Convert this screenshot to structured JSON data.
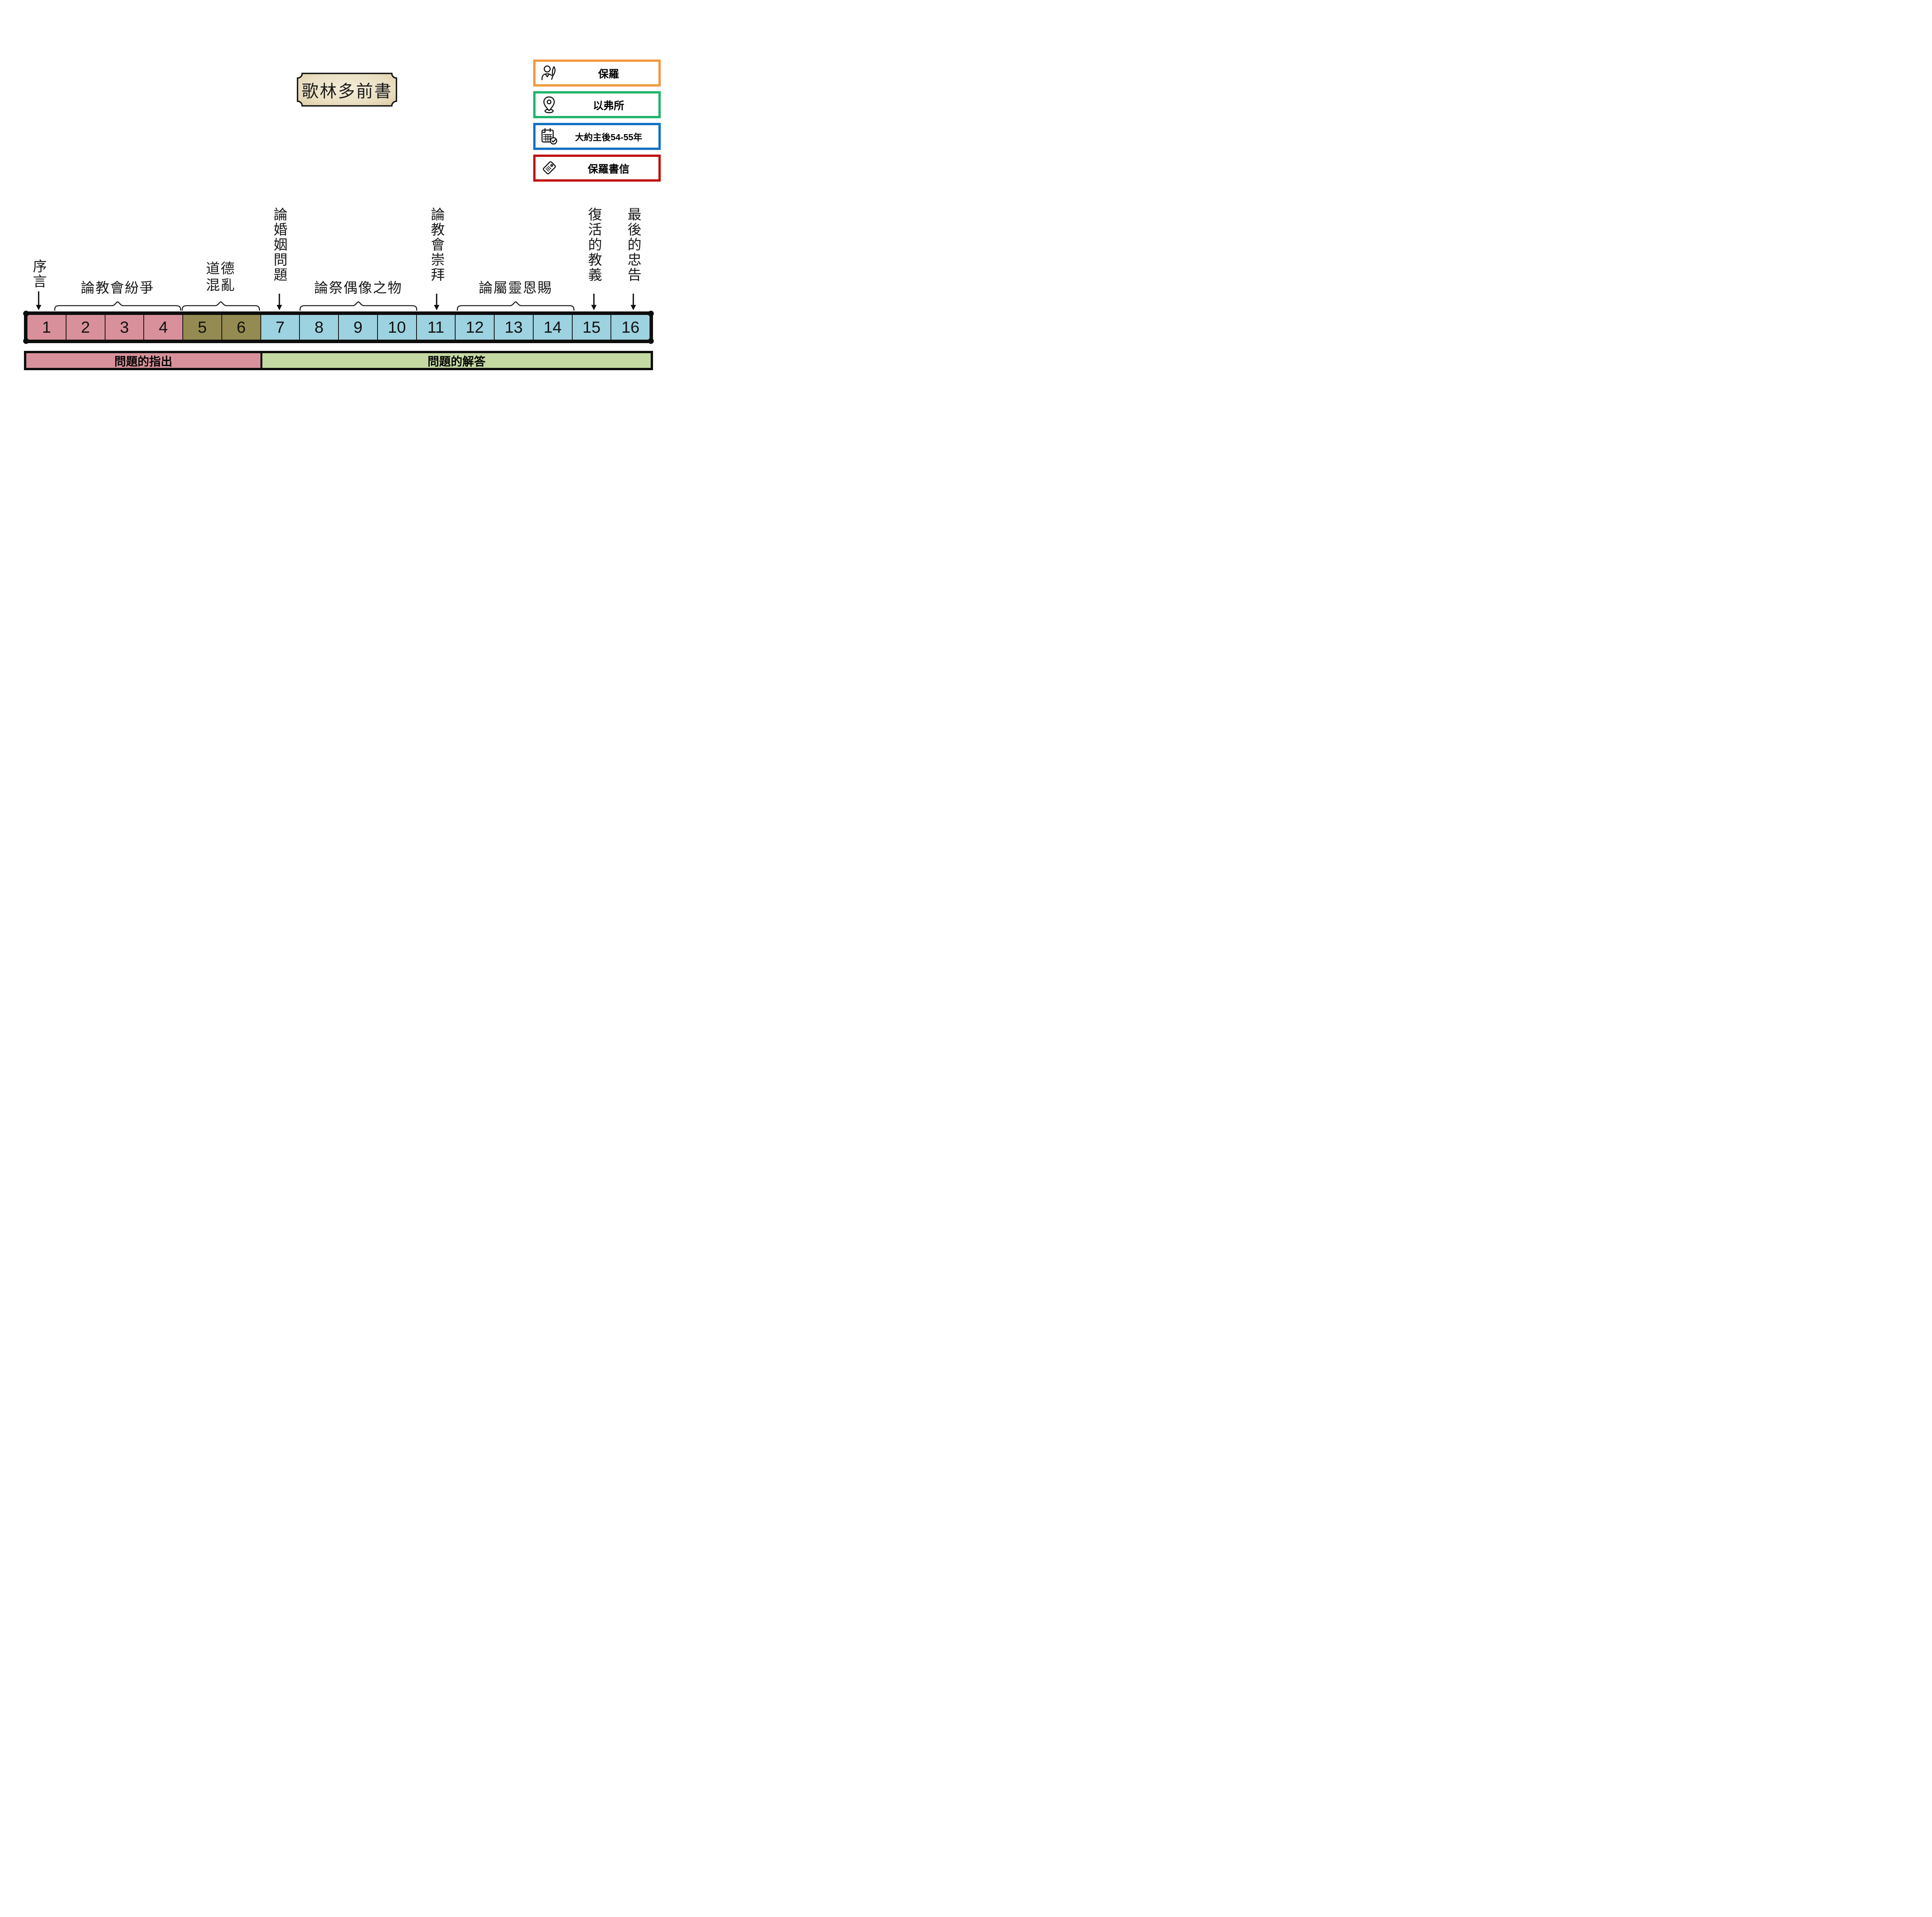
{
  "page": {
    "background": "#FFFFFF"
  },
  "title_plaque": {
    "text": "歌林多前書",
    "fill": "#EADFC2",
    "border_color": "#111111"
  },
  "info_cards": [
    {
      "id": "author",
      "icon": "author-quill-icon",
      "label": "保羅",
      "border_color": "#F29A3F"
    },
    {
      "id": "location",
      "icon": "location-pin-icon",
      "label": "以弗所",
      "border_color": "#1FB56A"
    },
    {
      "id": "date",
      "icon": "calendar-check-icon",
      "label": "大約主後54-55年",
      "border_color": "#1371C3"
    },
    {
      "id": "category",
      "icon": "tag-icon",
      "label": "保羅書信",
      "border_color": "#C01111"
    }
  ],
  "annotations": {
    "preface": {
      "text": "序言",
      "points_to_chapter": "1",
      "style": "arrow"
    },
    "church_disputes": {
      "text": "論教會紛爭",
      "chapters": "2-4",
      "style": "brace"
    },
    "moral_chaos": {
      "text": "道德混亂",
      "chapters": "5-6",
      "style": "brace"
    },
    "marriage": {
      "text": "論婚姻問題",
      "points_to_chapter": "7",
      "style": "arrow"
    },
    "idol_offerings": {
      "text": "論祭偶像之物",
      "chapters": "8-10",
      "style": "brace"
    },
    "church_worship": {
      "text": "論教會崇拜",
      "points_to_chapter": "11",
      "style": "arrow"
    },
    "spiritual_gifts": {
      "text": "論屬靈恩賜",
      "chapters": "12-14",
      "style": "brace"
    },
    "resurrection_doctrine": {
      "text": "復活的教義",
      "points_to_chapter": "15",
      "style": "arrow"
    },
    "final_advice": {
      "text": "最後的忠告",
      "points_to_chapter": "16",
      "style": "arrow"
    }
  },
  "timeline": {
    "chapters": [
      "1",
      "2",
      "3",
      "4",
      "5",
      "6",
      "7",
      "8",
      "9",
      "10",
      "11",
      "12",
      "13",
      "14",
      "15",
      "16"
    ],
    "sections": [
      {
        "chapters": "1-4",
        "color": "#D8919A"
      },
      {
        "chapters": "5-6",
        "color": "#938B51"
      },
      {
        "chapters": "7-16",
        "color": "#9DD2E0"
      }
    ]
  },
  "summary_bar": {
    "left": {
      "text": "問題的指出",
      "chapters": "1-6",
      "color": "#D8919A"
    },
    "right": {
      "text": "問題的解答",
      "chapters": "7-16",
      "color": "#C5D9A2"
    }
  }
}
